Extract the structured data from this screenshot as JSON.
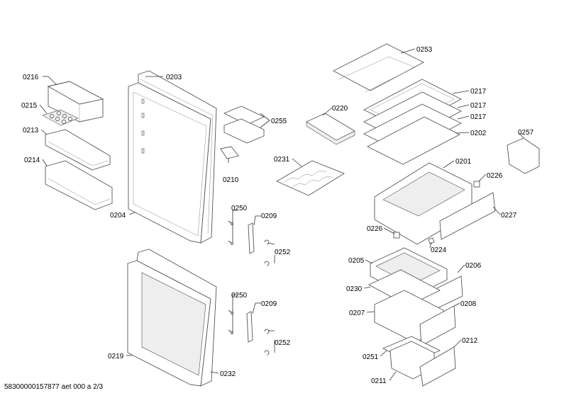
{
  "diagram": {
    "footer": "58300000157877 aet 000 a 2/3",
    "callouts": [
      {
        "id": "c-0216",
        "text": "0216"
      },
      {
        "id": "c-0215",
        "text": "0215"
      },
      {
        "id": "c-0213",
        "text": "0213"
      },
      {
        "id": "c-0214",
        "text": "0214"
      },
      {
        "id": "c-0203",
        "text": "0203"
      },
      {
        "id": "c-0204",
        "text": "0204"
      },
      {
        "id": "c-0210",
        "text": "0210"
      },
      {
        "id": "c-0255",
        "text": "0255"
      },
      {
        "id": "c-0250a",
        "text": "0250"
      },
      {
        "id": "c-0209a",
        "text": "0209"
      },
      {
        "id": "c-0252a",
        "text": "0252"
      },
      {
        "id": "c-0250b",
        "text": "0250"
      },
      {
        "id": "c-0209b",
        "text": "0209"
      },
      {
        "id": "c-0252b",
        "text": "0252"
      },
      {
        "id": "c-0219",
        "text": "0219"
      },
      {
        "id": "c-0232",
        "text": "0232"
      },
      {
        "id": "c-0220",
        "text": "0220"
      },
      {
        "id": "c-0231",
        "text": "0231"
      },
      {
        "id": "c-0253",
        "text": "0253"
      },
      {
        "id": "c-0217a",
        "text": "0217"
      },
      {
        "id": "c-0217b",
        "text": "0217"
      },
      {
        "id": "c-0217c",
        "text": "0217"
      },
      {
        "id": "c-0202",
        "text": "0202"
      },
      {
        "id": "c-0257",
        "text": "0257"
      },
      {
        "id": "c-0201",
        "text": "0201"
      },
      {
        "id": "c-0226a",
        "text": "0226"
      },
      {
        "id": "c-0227",
        "text": "0227"
      },
      {
        "id": "c-0226b",
        "text": "0226"
      },
      {
        "id": "c-0224",
        "text": "0224"
      },
      {
        "id": "c-0205",
        "text": "0205"
      },
      {
        "id": "c-0206",
        "text": "0206"
      },
      {
        "id": "c-0230",
        "text": "0230"
      },
      {
        "id": "c-0207",
        "text": "0207"
      },
      {
        "id": "c-0208",
        "text": "0208"
      },
      {
        "id": "c-0251",
        "text": "0251"
      },
      {
        "id": "c-0212",
        "text": "0212"
      },
      {
        "id": "c-0211",
        "text": "0211"
      }
    ]
  }
}
